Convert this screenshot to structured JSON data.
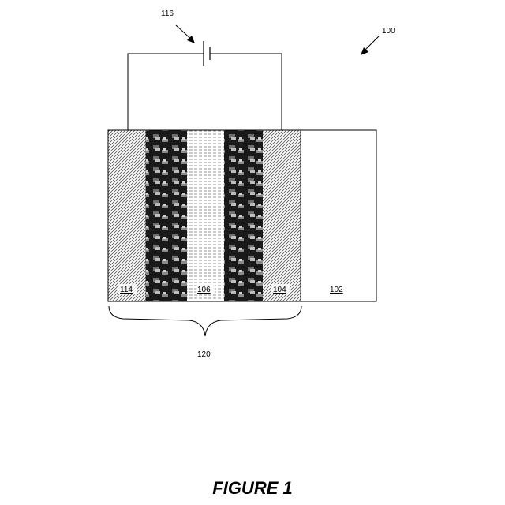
{
  "figure": {
    "caption": "FIGURE 1"
  },
  "labels": {
    "device": "100",
    "layer_102": "102",
    "layer_104": "104",
    "layer_106": "106",
    "layer_114": "114",
    "voltage_source": "116",
    "stack": "120"
  },
  "legend_colors": {
    "hatch_stroke": "#555555",
    "dark_block": "#111111",
    "line_stroke": "#000000"
  }
}
